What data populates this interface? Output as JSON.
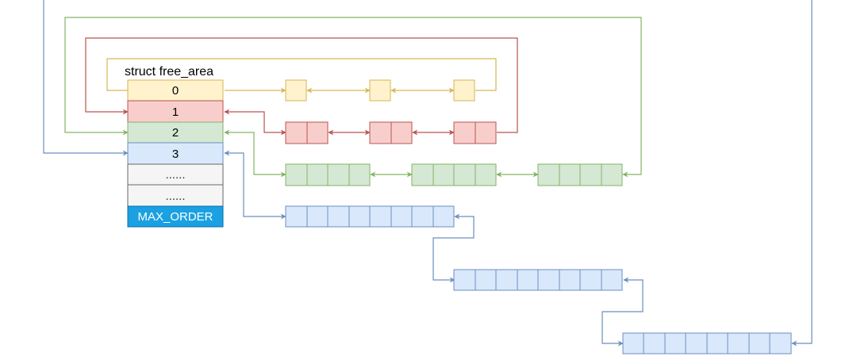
{
  "struct_label": "struct free_area",
  "slots": [
    {
      "label": "0",
      "fill": "#fff2cc",
      "stroke": "#d6b656",
      "text_color": "#000000"
    },
    {
      "label": "1",
      "fill": "#f8cecc",
      "stroke": "#b85450",
      "text_color": "#000000"
    },
    {
      "label": "2",
      "fill": "#d5e8d4",
      "stroke": "#82b366",
      "text_color": "#000000"
    },
    {
      "label": "3",
      "fill": "#dae8fc",
      "stroke": "#6c8ebf",
      "text_color": "#000000"
    },
    {
      "label": "......",
      "fill": "#f5f5f5",
      "stroke": "#666666",
      "text_color": "#333333"
    },
    {
      "label": "......",
      "fill": "#f5f5f5",
      "stroke": "#666666",
      "text_color": "#333333"
    },
    {
      "label": "MAX_ORDER",
      "fill": "#1ba1e2",
      "stroke": "#006eaf",
      "text_color": "#ffffff"
    }
  ],
  "colors": {
    "order0_line": "#d6b656",
    "order1_line": "#b85450",
    "order2_line": "#82b366",
    "order3_line": "#6c8ebf"
  }
}
